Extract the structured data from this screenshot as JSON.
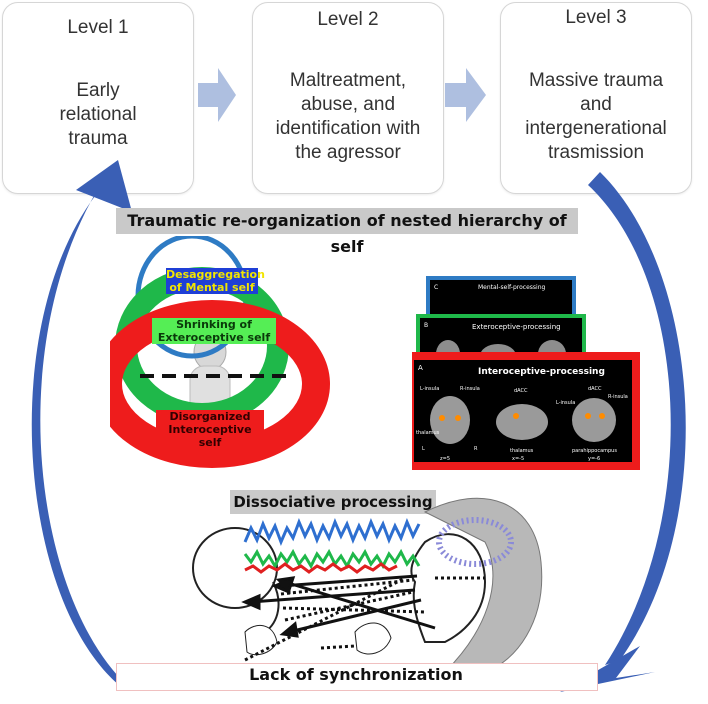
{
  "levels": [
    {
      "title": "Level 1",
      "text": "Early relational trauma"
    },
    {
      "title": "Level 2",
      "text": "Maltreatment, abuse, and identification with the agressor"
    },
    {
      "title": "Level 3",
      "text": "Massive trauma and intergenerational trasmission"
    }
  ],
  "banner_top": "Traumatic re-organization of nested hierarchy of self",
  "self_labels": {
    "mental": "Desaggregation of Mental self",
    "exteroceptive": "Shrinking of Exteroceptive self",
    "interoceptive": "Disorganized Interoceptive self"
  },
  "brain_panels": {
    "c": {
      "letter": "C",
      "title": "Mental-self-processing"
    },
    "b": {
      "letter": "B",
      "title": "Exteroceptive-processing"
    },
    "a": {
      "letter": "A",
      "title": "Interoceptive-processing",
      "labels": [
        "L-insula",
        "R-insula",
        "thalamus",
        "dACC",
        "thalamus",
        "dACC",
        "L-insula",
        "R-insula",
        "parahippocampus",
        "z=5",
        "x=-5",
        "y=-6",
        "L",
        "R"
      ]
    }
  },
  "dissociative": "Dissociative processing",
  "bottom_label": "Lack of synchronization",
  "colors": {
    "blue_arrow": "#3a5fb5",
    "light_arrow": "#aebfe0",
    "red": "#ee1c1c",
    "green": "#1fb84a",
    "blue": "#2e7bc4"
  }
}
